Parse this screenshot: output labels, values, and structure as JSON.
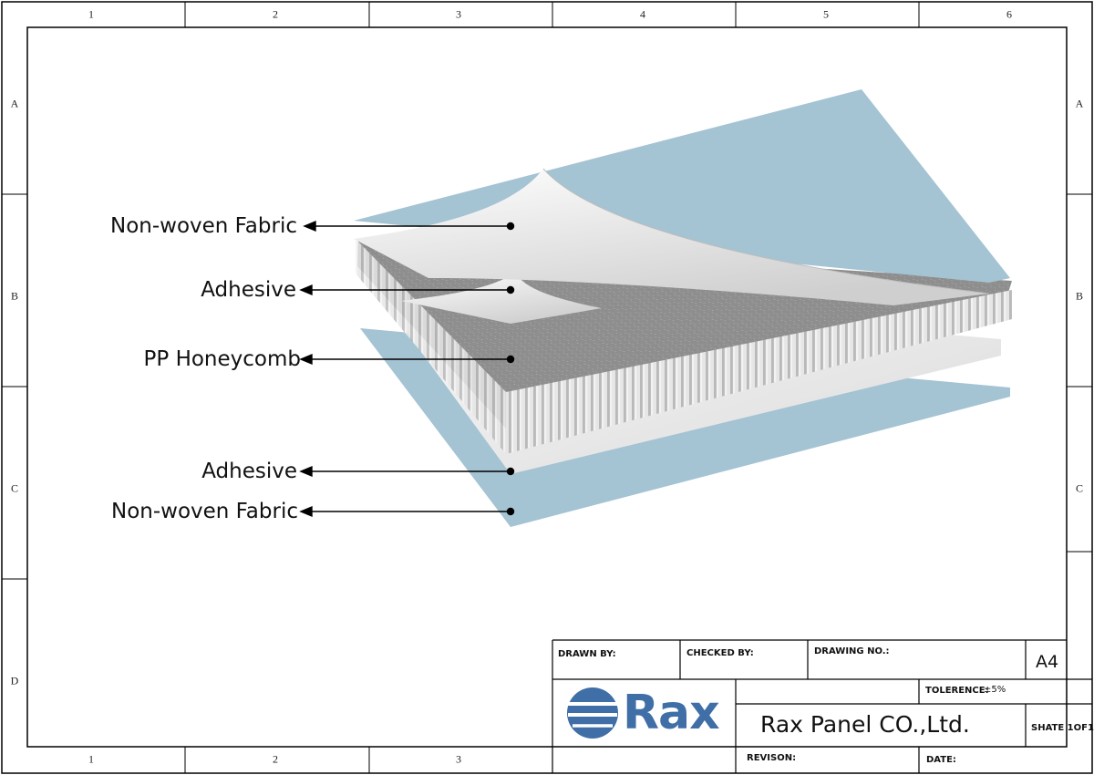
{
  "zones": {
    "columns_top": [
      "1",
      "2",
      "3",
      "4",
      "5",
      "6"
    ],
    "columns_bottom": [
      "1",
      "2",
      "3"
    ],
    "rows_left": [
      "A",
      "B",
      "C",
      "D"
    ],
    "rows_right": [
      "A",
      "B",
      "C"
    ]
  },
  "layers": [
    {
      "label": "Non-woven Fabric"
    },
    {
      "label": "Adhesive"
    },
    {
      "label": "PP Honeycomb"
    },
    {
      "label": "Adhesive"
    },
    {
      "label": "Non-woven Fabric"
    }
  ],
  "title_block": {
    "drawn_by": "DRAWN BY:",
    "checked_by": "CHECKED BY:",
    "drawing_no": "DRAWING NO.:",
    "paper_size": "A4",
    "tolerance_label": "TOLERENCE:",
    "tolerance_value": "±5%",
    "logo": "Rax",
    "company": "Rax Panel CO.,Ltd.",
    "sheet": "SHATE 1OF1",
    "revision": "REVISON:",
    "date": "DATE:"
  },
  "colors": {
    "fabric": "#a4c3d3",
    "film": "#ececec",
    "honeycomb": "#d9d9d9",
    "logo": "#3f6fa6",
    "frame": "#000000"
  }
}
